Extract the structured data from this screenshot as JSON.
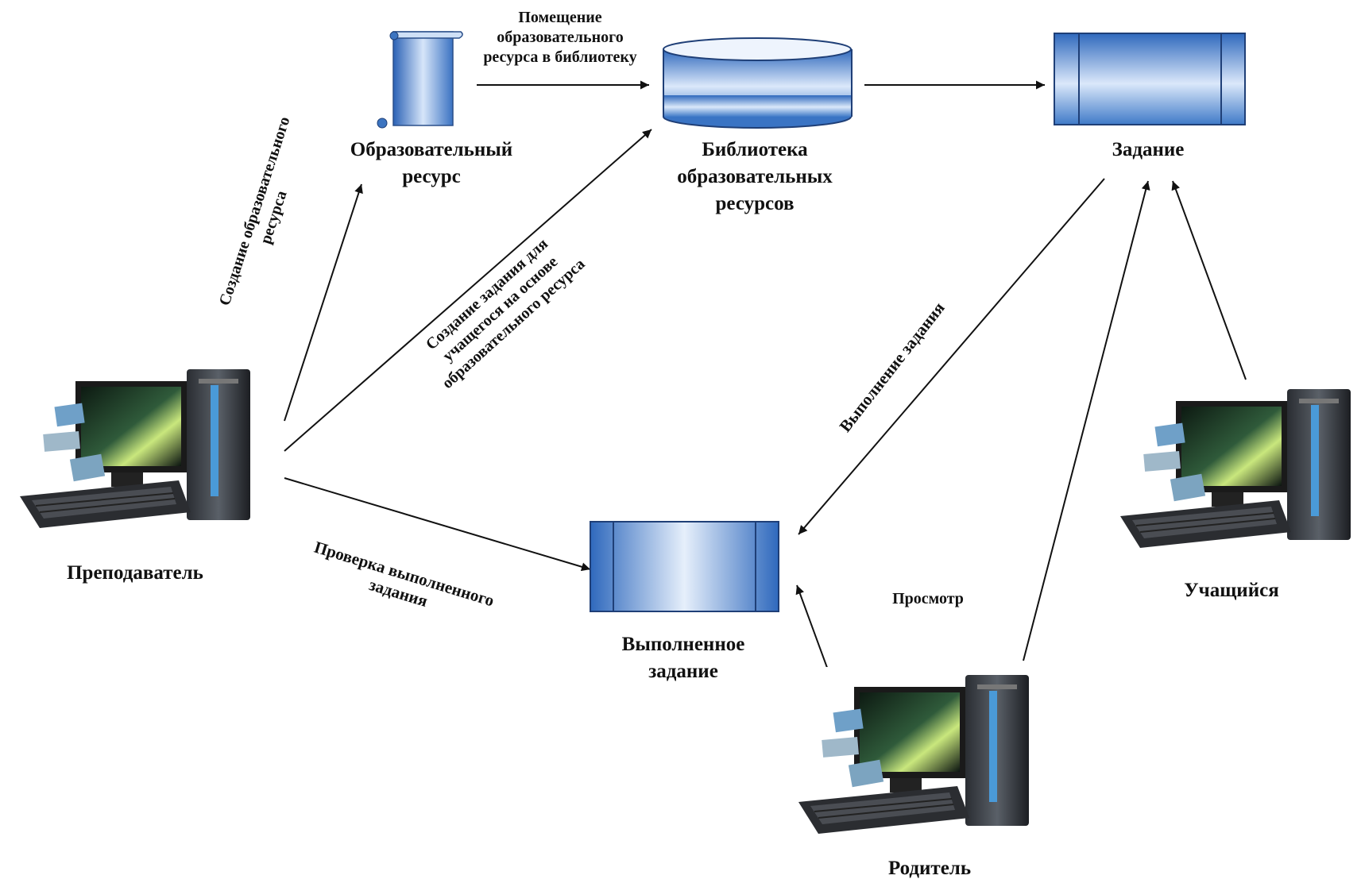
{
  "nodes": {
    "resource": {
      "label_l1": "Образовательный",
      "label_l2": "ресурс"
    },
    "library": {
      "label_l1": "Библиотека",
      "label_l2": "образовательных",
      "label_l3": "ресурсов"
    },
    "task": {
      "label": "Задание"
    },
    "done": {
      "label_l1": "Выполненное",
      "label_l2": "задание"
    }
  },
  "actors": {
    "teacher": "Преподаватель",
    "student": "Учащийся",
    "parent": "Родитель"
  },
  "edges": {
    "create_resource_l1": "Создание образовательного",
    "create_resource_l2": "ресурса",
    "place_l1": "Помещение",
    "place_l2": "образовательного",
    "place_l3": "ресурса в библиотеку",
    "create_task_l1": "Создание задания для",
    "create_task_l2": "учащегося на основе",
    "create_task_l3": "образовательного ресурса",
    "check_l1": "Проверка выполненного",
    "check_l2": "задания",
    "complete": "Выполнение задания",
    "view": "Просмотр"
  },
  "colors": {
    "box_fill_dark": "#3a74c4",
    "box_fill_light": "#dce9fa",
    "box_stroke": "#1f3f77",
    "arrow": "#111111"
  }
}
